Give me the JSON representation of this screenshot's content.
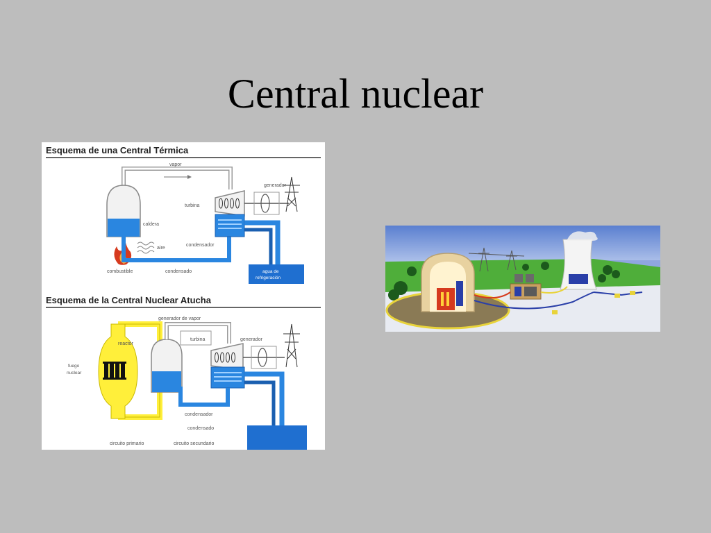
{
  "slide": {
    "title": "Central nuclear"
  },
  "termica": {
    "heading": "Esquema de una Central Térmica",
    "vapor": "vapor",
    "generador": "generador",
    "turbina": "turbina",
    "caldera": "caldera",
    "aire": "aire",
    "condensador": "condensador",
    "combustible": "combustible",
    "condensado": "condensado",
    "agua_line1": "agua de",
    "agua_line2": "refrigeración"
  },
  "atucha": {
    "heading": "Esquema de la Central Nuclear Atucha",
    "generador_vapor": "generador de vapor",
    "reactor": "reactor",
    "turbina": "turbina",
    "generador": "generador",
    "fuego_line1": "fuego",
    "fuego_line2": "nuclear",
    "condensador": "condensador",
    "condensado": "condensado",
    "circuito_primario": "circuito primario",
    "circuito_secundario": "circuito secundario"
  },
  "colors": {
    "background": "#bdbdbd",
    "water": "#1f6fd0",
    "water_light": "#3d9be8",
    "reactor_yellow": "#ffef3a",
    "flame": "#d63a1e"
  }
}
